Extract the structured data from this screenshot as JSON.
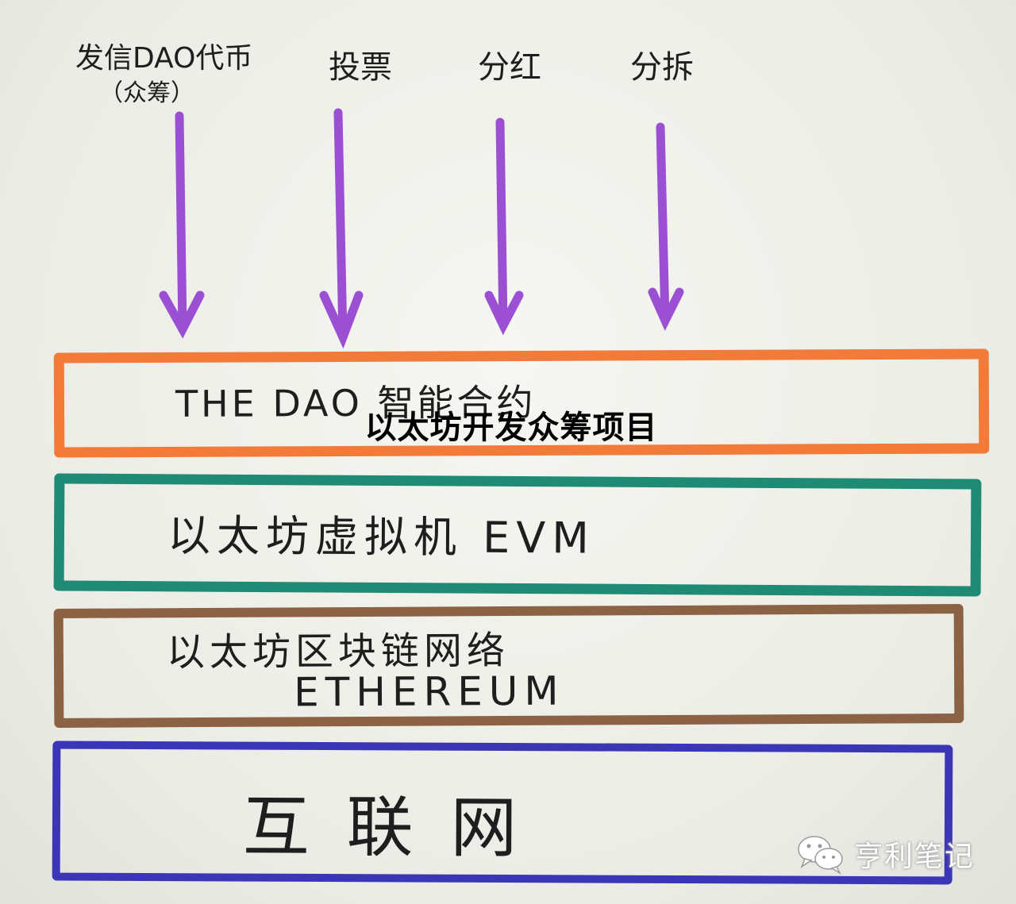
{
  "actions": {
    "issue_token": "发信DAO代币",
    "issue_token_sub": "（众筹）",
    "vote": "投票",
    "dividend": "分红",
    "split": "分拆"
  },
  "layers": {
    "dao_contract": "THE DAO 智能合约",
    "evm": "以太坊虚拟机  EVM",
    "blockchain_line1": "以太坊区块链网络",
    "blockchain_line2": "ETHEREUM",
    "internet": "互 联 网"
  },
  "overlay_title": "以太坊开发众筹项目",
  "watermark": "亨利笔记",
  "colors": {
    "arrow": "#9b4fd3",
    "dao_border": "#f27b3a",
    "evm_border": "#1f8b74",
    "blockchain_border": "#8b6243",
    "internet_border": "#3b36b5"
  },
  "icons": {
    "watermark_icon": "wechat-icon"
  }
}
